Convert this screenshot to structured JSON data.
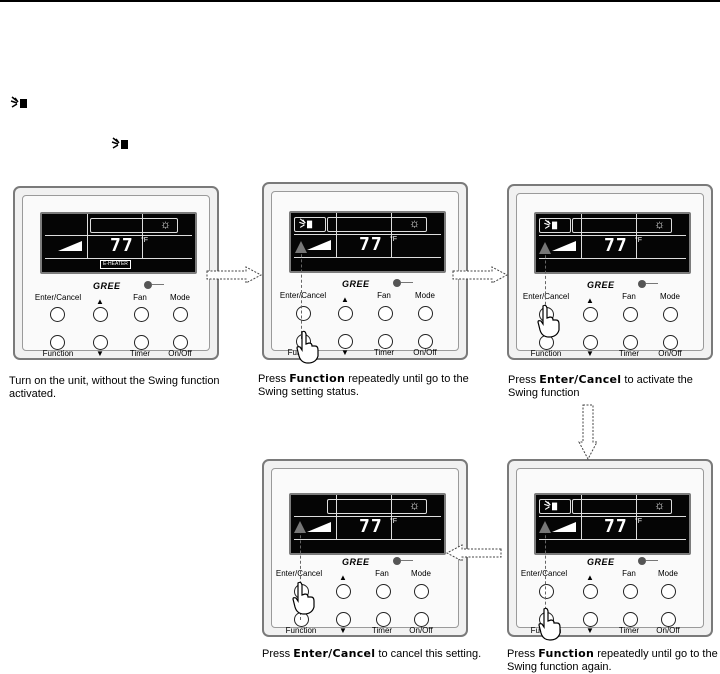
{
  "remote": {
    "brand": "GREE",
    "lcd_temp": "77",
    "lcd_unit": "°F",
    "lcd_eheater": "E-HEATER",
    "buttons": {
      "enter_cancel": "Enter/Cancel",
      "up": "▲",
      "fan": "Fan",
      "mode": "Mode",
      "function": "Function",
      "down": "▼",
      "timer": "Timer",
      "onoff": "On/Off"
    }
  },
  "captions": {
    "step1": {
      "text": "Turn on the unit, without the Swing function activated."
    },
    "step2": {
      "pre": "Press ",
      "bold": "Function",
      "post": " repeatedly until go to the Swing setting status."
    },
    "step3": {
      "pre": "Press ",
      "bold": "Enter/Cancel",
      "post": " to activate the Swing function"
    },
    "step4": {
      "pre": "Press ",
      "bold": "Enter/Cancel",
      "post": " to cancel this setting."
    },
    "step5": {
      "pre": "Press ",
      "bold": "Function",
      "post": " repeatedly until go to the Swing function again."
    }
  },
  "icons": [
    "swing-icon",
    "hand-icon",
    "arrow-right-icon",
    "arrow-left-icon",
    "arrow-down-icon",
    "sun-icon",
    "fan-speed-icon"
  ],
  "colors": {
    "lcd_bg": "#050505",
    "panel_bg": "#f1f1f1",
    "arrow": "#777777"
  }
}
